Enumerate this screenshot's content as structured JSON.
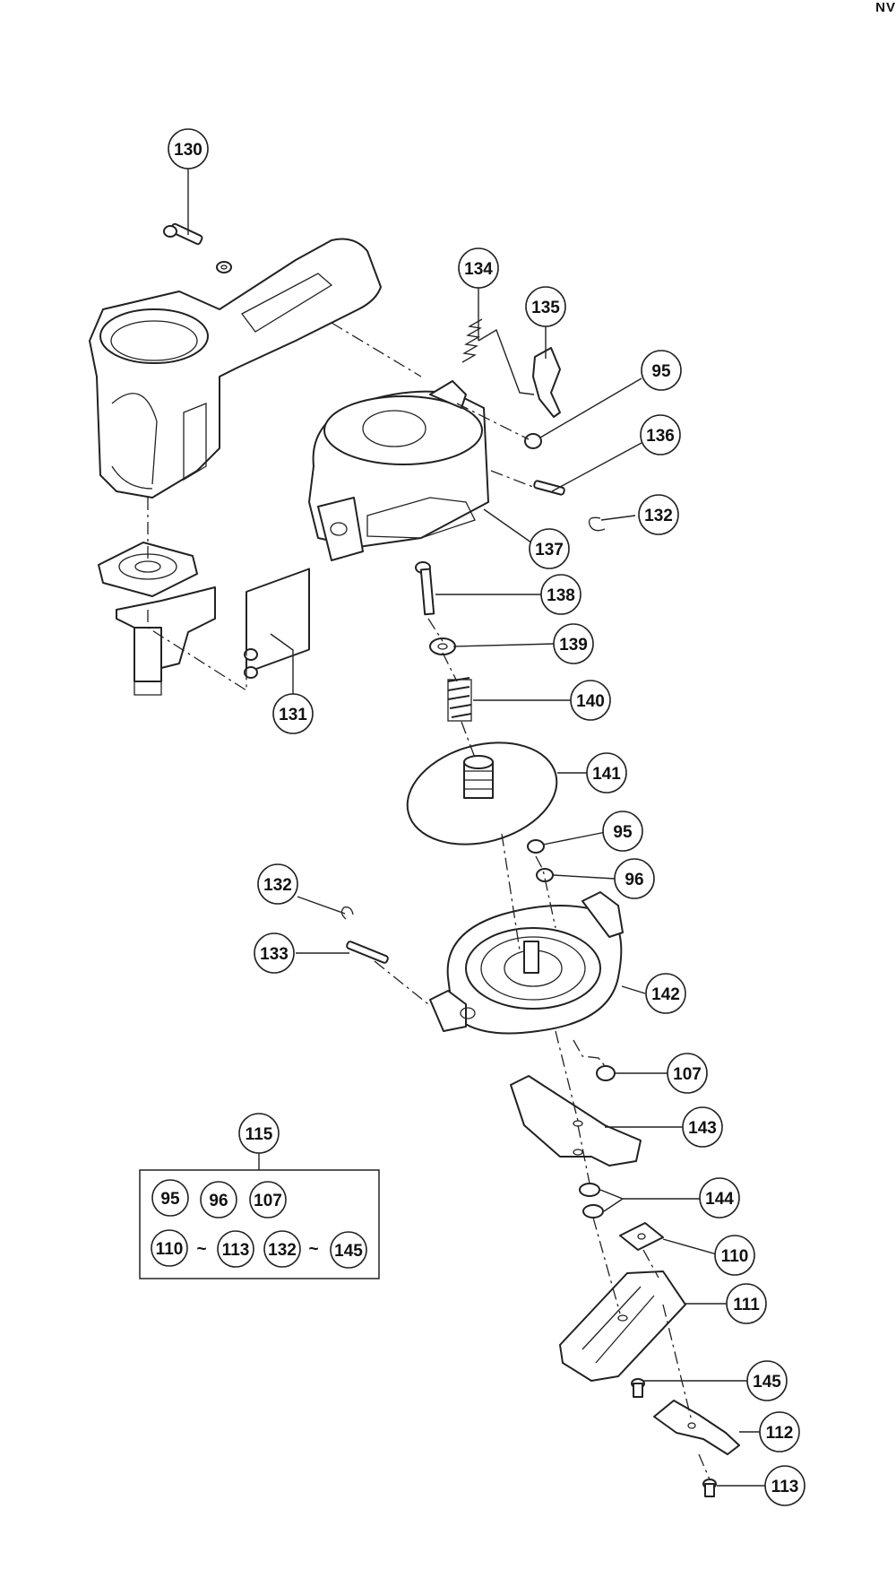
{
  "page_code": "NV",
  "callouts": [
    {
      "id": "c130",
      "label": "130"
    },
    {
      "id": "c134",
      "label": "134"
    },
    {
      "id": "c135",
      "label": "135"
    },
    {
      "id": "c95a",
      "label": "95"
    },
    {
      "id": "c136",
      "label": "136"
    },
    {
      "id": "c132a",
      "label": "132"
    },
    {
      "id": "c137",
      "label": "137"
    },
    {
      "id": "c138",
      "label": "138"
    },
    {
      "id": "c139",
      "label": "139"
    },
    {
      "id": "c140",
      "label": "140"
    },
    {
      "id": "c131",
      "label": "131"
    },
    {
      "id": "c141",
      "label": "141"
    },
    {
      "id": "c95b",
      "label": "95"
    },
    {
      "id": "c96",
      "label": "96"
    },
    {
      "id": "c132b",
      "label": "132"
    },
    {
      "id": "c133",
      "label": "133"
    },
    {
      "id": "c142",
      "label": "142"
    },
    {
      "id": "c107",
      "label": "107"
    },
    {
      "id": "c115",
      "label": "115"
    },
    {
      "id": "c143",
      "label": "143"
    },
    {
      "id": "c144",
      "label": "144"
    },
    {
      "id": "c110",
      "label": "110"
    },
    {
      "id": "c111",
      "label": "111"
    },
    {
      "id": "c145",
      "label": "145"
    },
    {
      "id": "c112",
      "label": "112"
    },
    {
      "id": "c113",
      "label": "113"
    }
  ],
  "kit_box": {
    "row1": [
      "95",
      "96",
      "107"
    ],
    "row2": [
      "110",
      "113",
      "132",
      "145"
    ],
    "range_symbol": "~"
  }
}
